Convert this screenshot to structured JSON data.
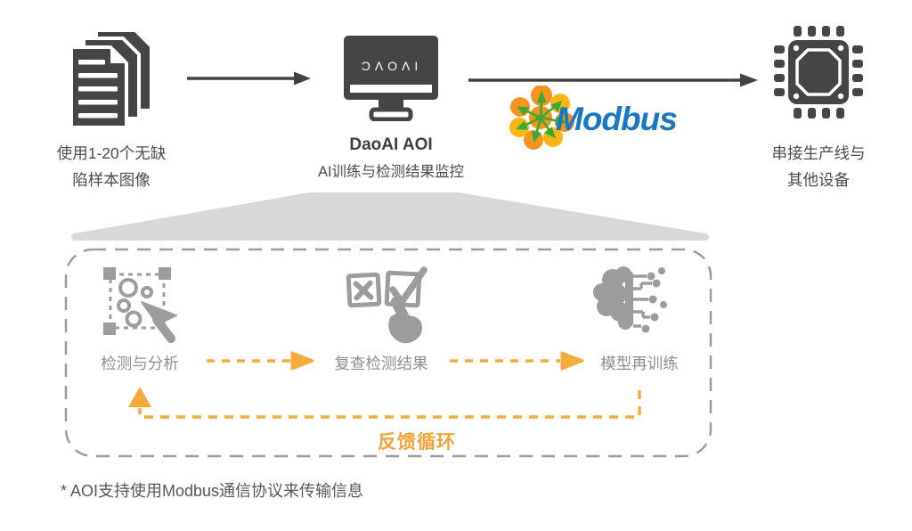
{
  "colors": {
    "dark_gray": "#454545",
    "muted_icon_gray": "#9C9C9C",
    "funnel_gray": "#D8D8D8",
    "accent_yellow": "#F6AC3B",
    "modbus_blue": "#1A78C2",
    "modbus_orange": "#F7941E",
    "modbus_yellow": "#FDB515",
    "modbus_green": "#3BAA35"
  },
  "top_flow": {
    "input": {
      "label_line1": "使用1-20个无缺",
      "label_line2": "陷样本图像"
    },
    "aoi": {
      "monitor_logo": "ƆΛOΛI",
      "title": "DaoAI AOI",
      "subtitle": "AI训练与检测结果监控"
    },
    "modbus": {
      "label": "Modbus"
    },
    "output": {
      "label_line1": "串接生产线与",
      "label_line2": "其他设备"
    }
  },
  "loop": {
    "steps": [
      {
        "label": "检测与分析"
      },
      {
        "label": "复查检测结果"
      },
      {
        "label": "模型再训练"
      }
    ],
    "feedback_label": "反馈循环"
  },
  "footnote": "* AOI支持使用Modbus通信协议来传输信息"
}
